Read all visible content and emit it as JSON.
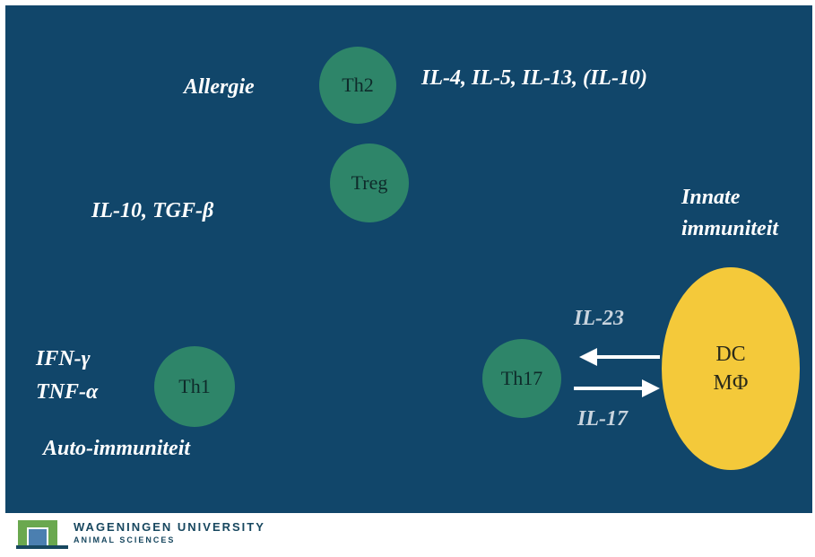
{
  "nodes": {
    "th2": "Th2",
    "treg": "Treg",
    "th1": "Th1",
    "th17": "Th17",
    "dc_line1": "DC",
    "dc_line2": "MΦ"
  },
  "labels": {
    "allergie": "Allergie",
    "th2_cytokines": "IL-4, IL-5, IL-13, (IL-10)",
    "treg_cytokines": "IL-10, TGF-β",
    "innate_line1": "Innate",
    "innate_line2": "immuniteit",
    "il23": "IL-23",
    "il17": "IL-17",
    "ifn": "IFN-γ",
    "tnf": "TNF-α",
    "auto": "Auto-immuniteit"
  },
  "footer": {
    "university": "WAGENINGEN UNIVERSITY",
    "department": "ANIMAL SCIENCES"
  },
  "colors": {
    "background": "#11466a",
    "cell": "#2e8569",
    "innate": "#f4c93a",
    "arrow": "#ffffff"
  }
}
